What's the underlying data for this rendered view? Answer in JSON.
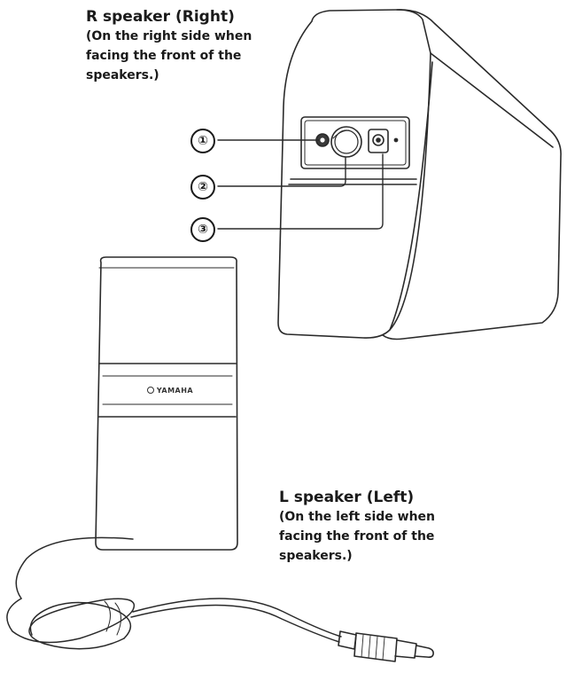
{
  "r_speaker": {
    "title": "R speaker (Right)",
    "subtitle_lines": [
      "(On the right side when",
      "facing the front of the",
      "speakers.)"
    ]
  },
  "l_speaker": {
    "title": "L speaker (Left)",
    "subtitle_lines": [
      "(On the left side when",
      "facing the front of the",
      "speakers.)"
    ]
  },
  "callouts": [
    "①",
    "②",
    "③"
  ],
  "brand_text": "YAMAHA"
}
